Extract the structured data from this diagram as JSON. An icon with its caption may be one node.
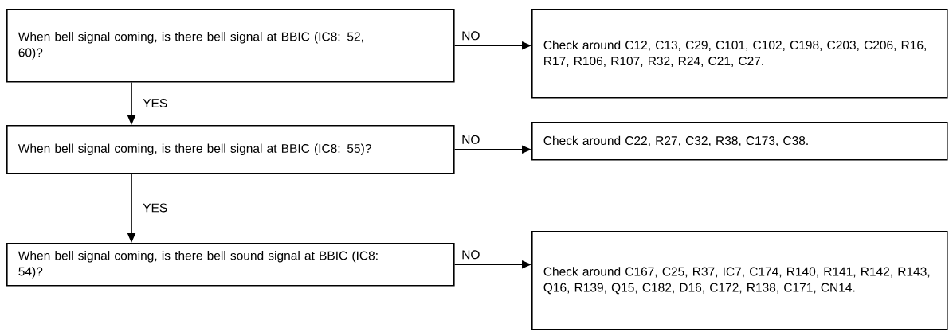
{
  "diagram": {
    "nodes": [
      {
        "text": [
          "When bell signal coming, is there bell signal at BBIC (IC8: 52, 60)?"
        ]
      },
      {
        "text": [
          "Check around C12, C13, C29, C101, C102, C198, C203, C206, R16, R17, R106, R107, R32, R24, C21, C27."
        ]
      },
      {
        "text": [
          "When bell signal coming, is there bell signal at BBIC (IC8: 55)?"
        ]
      },
      {
        "text": [
          "Check around C22, R27, C32, R38, C173, C38."
        ]
      },
      {
        "text": [
          "When bell signal coming, is there bell sound signal at BBIC (IC8: 54)?"
        ]
      },
      {
        "text": [
          "Check around C167, C25, R37, IC7, C174, R140, R141, R142, R143, Q16, R139, Q15, C182, D16, C172, R138, C171, CN14."
        ]
      }
    ],
    "edges": [
      {
        "from": 0,
        "to": 1,
        "arrow": "to",
        "label": "NO"
      },
      {
        "from": 0,
        "to": 2,
        "arrow": "to",
        "label": "YES"
      },
      {
        "from": 2,
        "to": 3,
        "arrow": "to",
        "label": "NO"
      },
      {
        "from": 2,
        "to": 4,
        "arrow": "to",
        "label": "YES"
      },
      {
        "from": 4,
        "to": 5,
        "arrow": "to",
        "label": "NO"
      }
    ]
  }
}
